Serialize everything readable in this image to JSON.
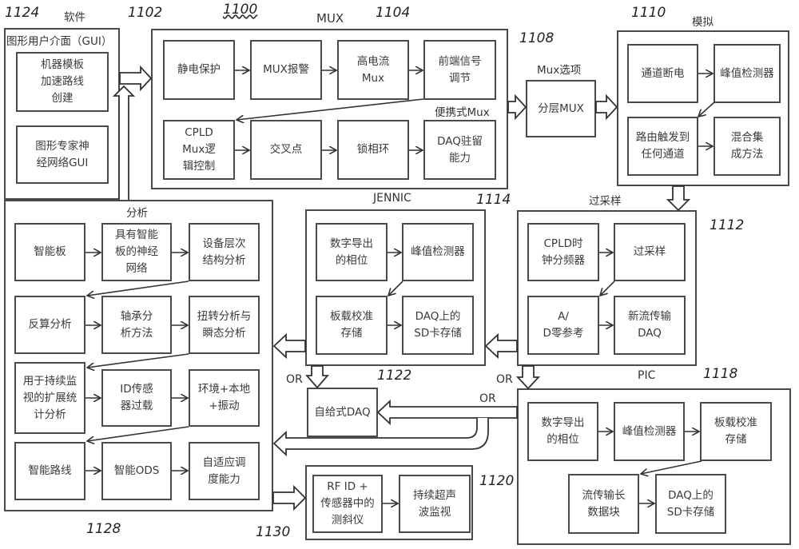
{
  "diagram": {
    "figure_ref": "1100",
    "software": {
      "ref": "1124",
      "title": "软件",
      "gui_ref": "1102",
      "gui_title": "图形用户介面（GUI）",
      "blocks": [
        "机器模板\n加速路线\n创建",
        "图形专家神\n经网络GUI"
      ]
    },
    "mux": {
      "ref": "1104",
      "title": "MUX",
      "note": "便携式Mux",
      "row1": [
        "静电保护",
        "MUX报警",
        "高电流\nMux",
        "前端信号\n调节"
      ],
      "row2": [
        "CPLD\nMux逻\n辑控制",
        "交叉点",
        "锁相环",
        "DAQ驻留\n能力"
      ]
    },
    "mux_option": {
      "ref": "1108",
      "title": "Mux选项",
      "block": "分层MUX"
    },
    "analog": {
      "ref": "1110",
      "title": "模拟",
      "blocks": [
        "通道断电",
        "峰值检测器",
        "路由触发到\n任何通道",
        "混合集\n成方法"
      ]
    },
    "analysis": {
      "ref": "1128",
      "title": "分析",
      "rows": [
        [
          "智能板",
          "具有智能\n板的神经\n网络",
          "设备层次\n结构分析"
        ],
        [
          "反算分析",
          "轴承分\n析方法",
          "扭转分析与\n瞬态分析"
        ],
        [
          "用于持续监\n视的扩展统\n计分析",
          "ID传感\n器过载",
          "环境+本地\n+振动"
        ],
        [
          "智能路线",
          "智能ODS",
          "自适应调\n度能力"
        ]
      ]
    },
    "jennic": {
      "ref": "1114",
      "title": "JENNIC",
      "blocks": [
        "数字导出\n的相位",
        "峰值检测器",
        "板载校准\n存储",
        "DAQ上的\nSD卡存储"
      ]
    },
    "oversample": {
      "ref": "1112",
      "title": "过采样",
      "blocks": [
        "CPLD时\n钟分频器",
        "过采样",
        "A/\nD零参考",
        "新流传输\nDAQ"
      ]
    },
    "self_daq": {
      "ref": "1122",
      "block": "自给式DAQ"
    },
    "pic": {
      "ref": "1118",
      "title": "PIC",
      "blocks": [
        "数字导出\n的相位",
        "峰值检测器",
        "板载校准\n存储",
        "流传输长\n数据块",
        "DAQ上的\nSD卡存储"
      ]
    },
    "rfid": {
      "ref": "1130",
      "ref2": "1120",
      "blocks": [
        "RF ID +\n传感器中的\n测斜仪",
        "持续超声\n波监视"
      ]
    },
    "or_labels": [
      "OR",
      "OR",
      "OR"
    ]
  }
}
